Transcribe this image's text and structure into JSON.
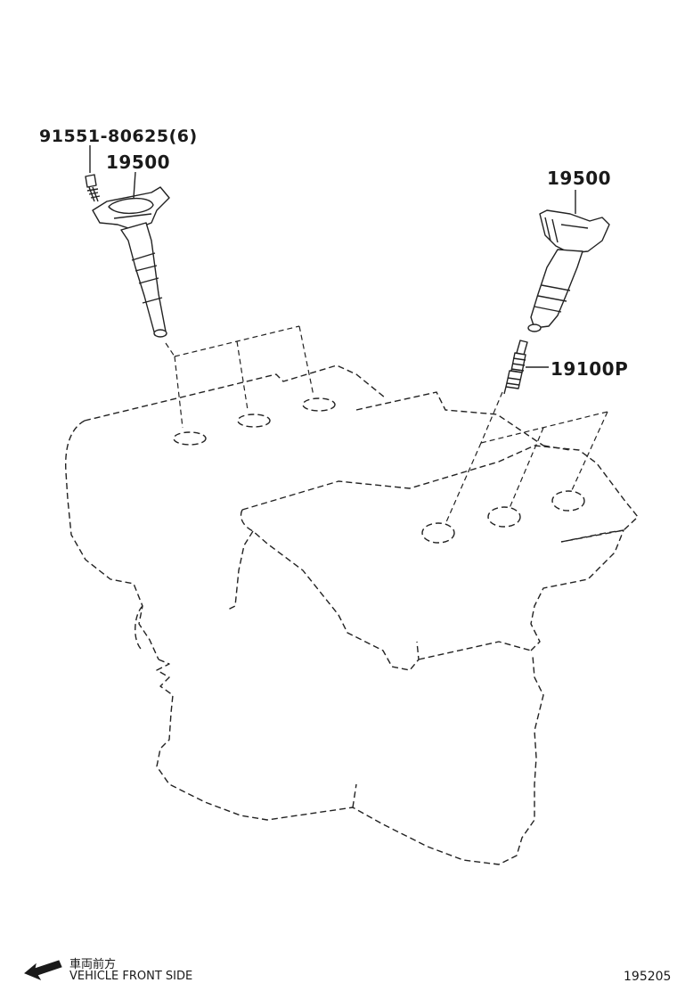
{
  "callouts": {
    "bolt_part": "91551-80625(6)",
    "coil_left": "19500",
    "coil_right": "19500",
    "spark_plug": "19100P"
  },
  "footer": {
    "direction_jp": "車両前方",
    "direction_en": "VEHICLE FRONT SIDE",
    "diagram_id": "195205"
  },
  "icons": {
    "direction_arrow": "arrow-left-down-icon"
  }
}
